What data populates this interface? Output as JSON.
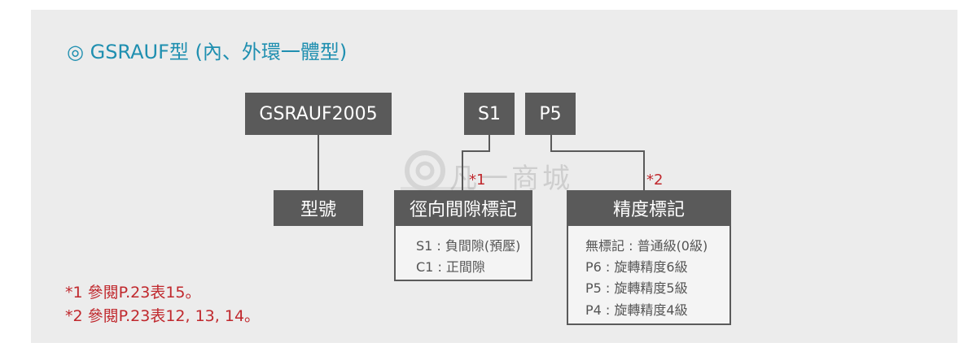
{
  "title": {
    "bullet": "◎",
    "text": "GSRAUF型 (內、外環一體型)"
  },
  "code_boxes": {
    "model_code": "GSRAUF2005",
    "clearance_code": "S1",
    "precision_code": "P5"
  },
  "labels": {
    "model": "型號",
    "clearance": "徑向間隙標記",
    "precision": "精度標記",
    "clearance_star": "*1",
    "precision_star": "*2"
  },
  "clearance_items": [
    "S1 : 負間隙(預壓)",
    "C1 : 正間隙"
  ],
  "precision_items": [
    "無標記 : 普通級(0級)",
    "P6 : 旋轉精度6級",
    "P5 : 旋轉精度5級",
    "P4 : 旋轉精度4級"
  ],
  "footnotes": [
    "*1 參閱P.23表15。",
    "*2 參閱P.23表12, 13, 14。"
  ],
  "watermark": {
    "text": "凡一商城",
    "icon": "gear-logo-icon"
  },
  "colors": {
    "title": "#1f8fb0",
    "box": "#5a5a5a",
    "note": "#c0282d",
    "panel": "#ececec"
  }
}
